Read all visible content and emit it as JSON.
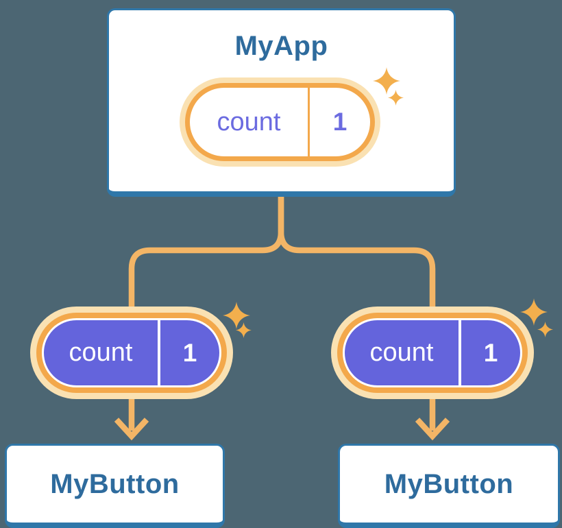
{
  "colors": {
    "bg": "#4C6673",
    "card_border": "#2F77A9",
    "title_text": "#2E6B9D",
    "pill_orange": "#F3A84B",
    "pill_glow": "#FAE1B2",
    "pill_purple": "#6464DC",
    "pill_text_purple": "#6B6BE0",
    "connector": "#F3B566",
    "sparkle": "#F3AF4D",
    "card_bg": "#FFFFFF"
  },
  "tree": {
    "root": {
      "title": "MyApp",
      "state": {
        "label": "count",
        "value": "1"
      }
    },
    "children": [
      {
        "title": "MyButton",
        "state": {
          "label": "count",
          "value": "1"
        }
      },
      {
        "title": "MyButton",
        "state": {
          "label": "count",
          "value": "1"
        }
      }
    ]
  }
}
